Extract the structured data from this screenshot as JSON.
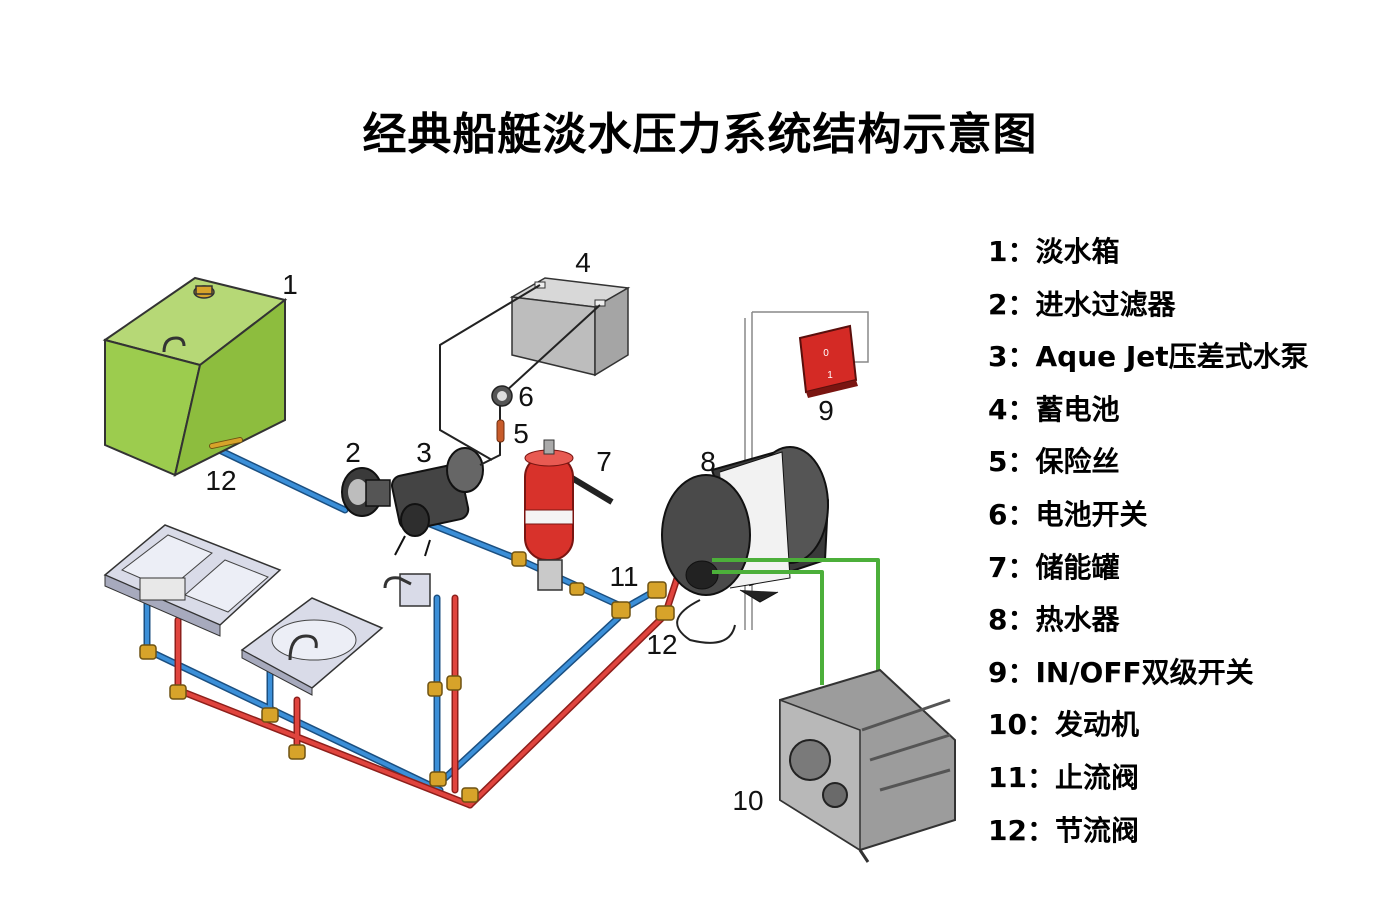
{
  "title": "经典船艇淡水压力系统结构示意图",
  "diagram": {
    "callouts": [
      {
        "id": "c1",
        "text": "1"
      },
      {
        "id": "c2",
        "text": "2"
      },
      {
        "id": "c3",
        "text": "3"
      },
      {
        "id": "c4",
        "text": "4"
      },
      {
        "id": "c5",
        "text": "5"
      },
      {
        "id": "c6",
        "text": "6"
      },
      {
        "id": "c7",
        "text": "7"
      },
      {
        "id": "c8",
        "text": "8"
      },
      {
        "id": "c9",
        "text": "9"
      },
      {
        "id": "c10",
        "text": "10"
      },
      {
        "id": "c11",
        "text": "11"
      },
      {
        "id": "c12a",
        "text": "12"
      },
      {
        "id": "c12b",
        "text": "12"
      }
    ],
    "switch_marks": [
      "0",
      "1"
    ],
    "colors": {
      "tank": "#9ccc4e",
      "cold_pipe": "#2f7fc9",
      "hot_pipe": "#e0443e",
      "engine_loop": "#4caf3a",
      "accumulator": "#d8322b",
      "switch": "#d42a25",
      "brass": "#d7a32a"
    }
  },
  "legend": [
    "1：淡水箱",
    "2：进水过滤器",
    "3：Aque Jet压差式水泵",
    "4：蓄电池",
    "5：保险丝",
    "6：电池开关",
    "7：储能罐",
    "8：热水器",
    "9：IN/OFF双级开关",
    "10：发动机",
    "11：止流阀",
    "12：节流阀"
  ]
}
